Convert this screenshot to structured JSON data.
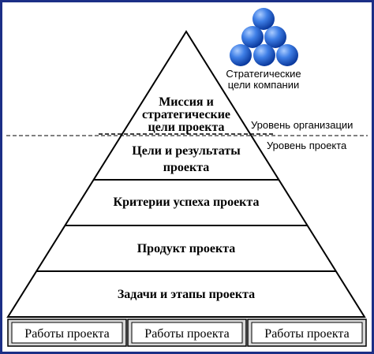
{
  "pyramid": {
    "levels": [
      {
        "lines": [
          "Миссия и",
          "стратегические",
          "цели проекта"
        ]
      },
      {
        "lines": [
          "Цели и результаты",
          "проекта"
        ]
      },
      {
        "lines": [
          "Критерии успеха проекта"
        ]
      },
      {
        "lines": [
          "Продукт проекта"
        ]
      },
      {
        "lines": [
          "Задачи и этапы проекта"
        ]
      }
    ]
  },
  "separator": {
    "upper_label": "Уровень организации",
    "lower_label": "Уровень проекта"
  },
  "strategic_goals": {
    "line1": "Стратегические",
    "line2": "цели компании",
    "ball_color": "#1f5fcf"
  },
  "works": [
    "Работы проекта",
    "Работы проекта",
    "Работы проекта"
  ],
  "colors": {
    "frame": "#1c2f86",
    "pyramid_fill": "#ffffff",
    "works_fill": "#d9d9d9"
  }
}
